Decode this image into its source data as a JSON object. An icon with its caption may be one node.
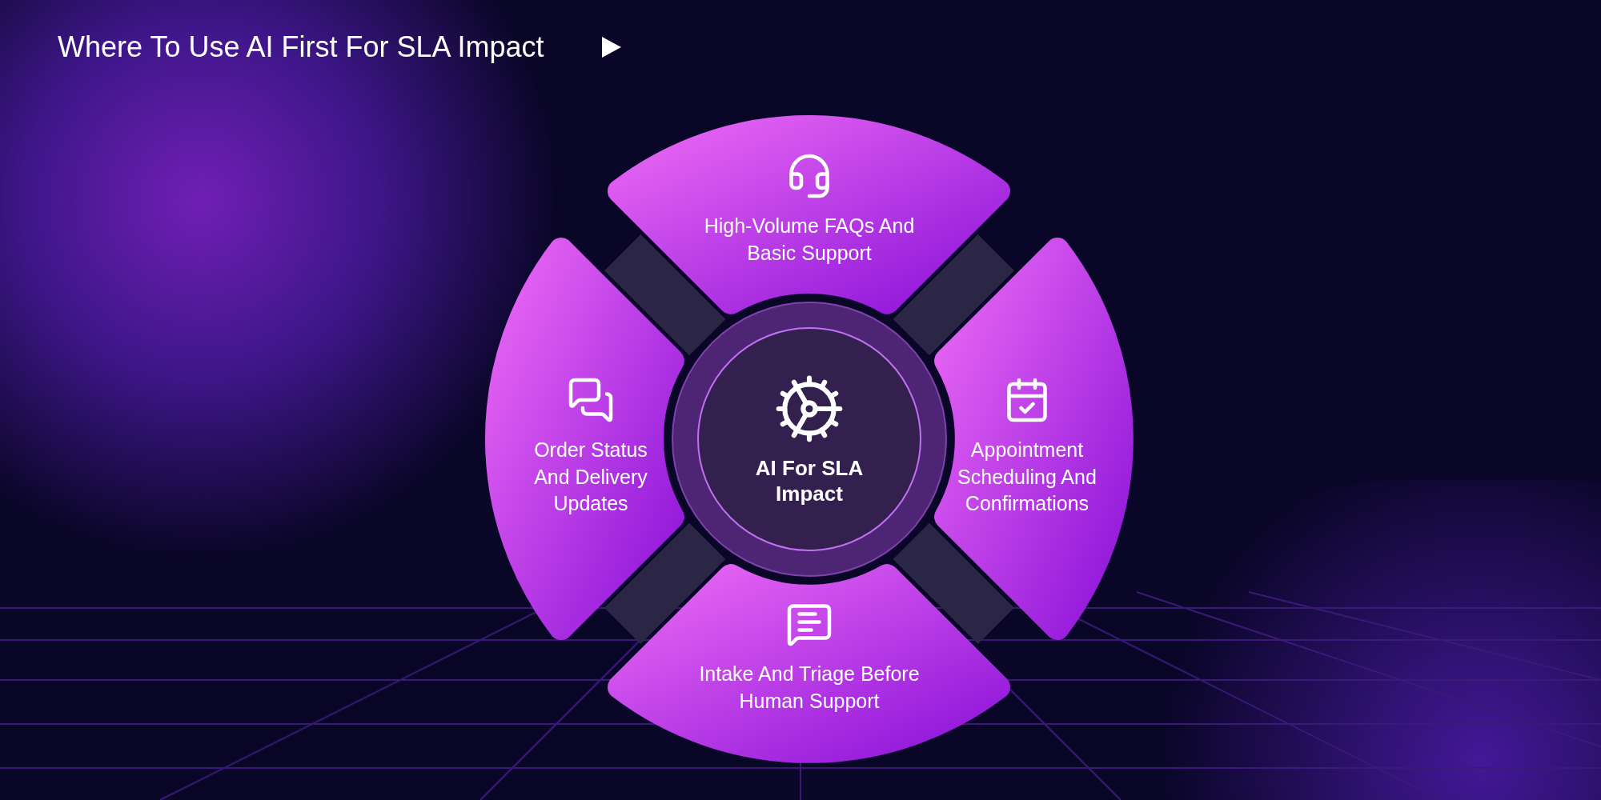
{
  "diagram": {
    "title": "Where To Use AI First For SLA Impact",
    "nodes": [
      {
        "text": [
          "High-Volume FAQs And Basic Support"
        ]
      },
      {
        "text": [
          "Order Status And Delivery Updates"
        ]
      },
      {
        "text": [
          "AI For SLA Impact"
        ]
      },
      {
        "text": [
          "Appointment Scheduling And Confirmations"
        ]
      },
      {
        "text": [
          "Intake And Triage Before Human Support"
        ]
      }
    ]
  }
}
